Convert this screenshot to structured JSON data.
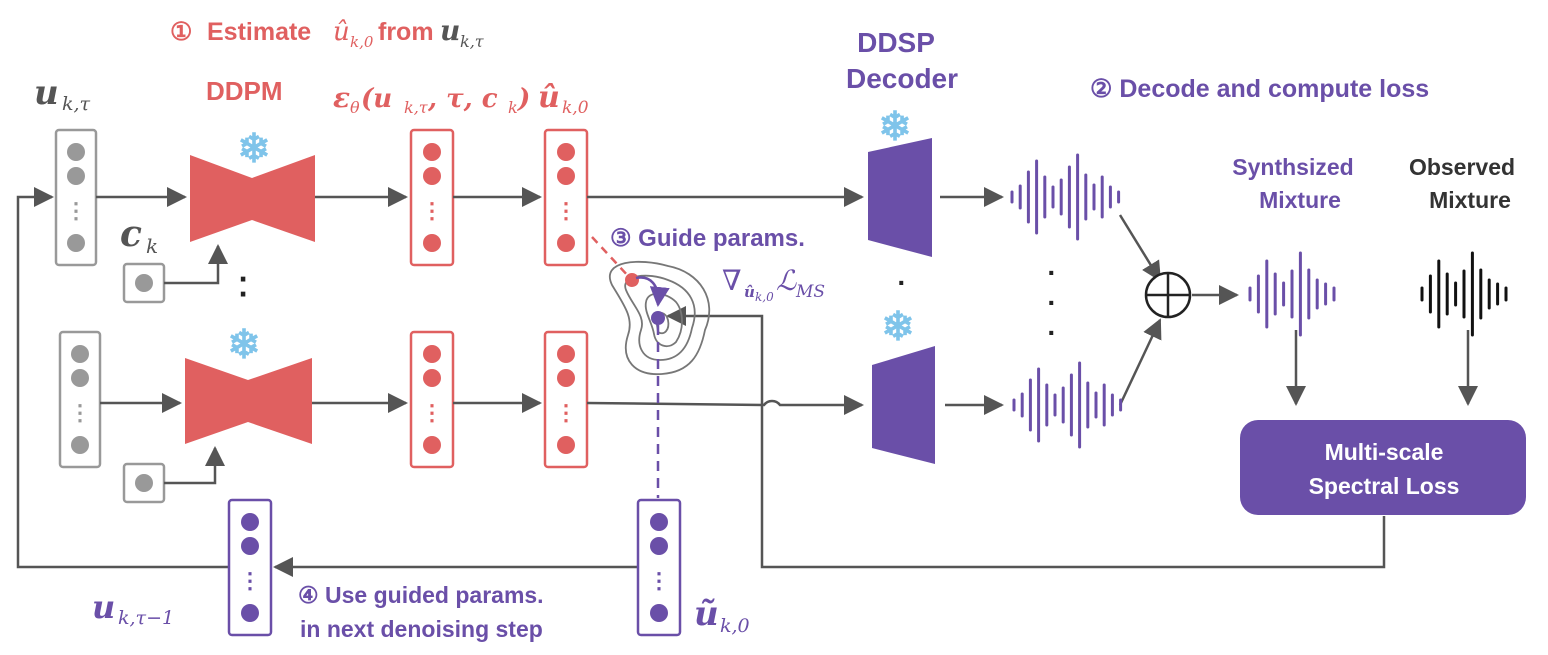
{
  "colors": {
    "red": "#e06060",
    "purple": "#6a4fa8",
    "gray": "#555555",
    "dark": "#2a2a2a",
    "ice": "#7fc4ea"
  },
  "labels": {
    "step1_num": "①",
    "step1_text": "Estimate",
    "step1_hat": "û",
    "step1_sub_hat": "k,0",
    "step1_from": "from",
    "step1_u": "u",
    "step1_sub_u": "k,τ",
    "u_k_tau": "u",
    "u_k_tau_sub": "k,τ",
    "ddpm": "DDPM",
    "eps_symbol": "ε",
    "eps_sub": "θ",
    "eps_args": "(u",
    "eps_args_sub": "k,τ",
    "eps_args_rest": ", τ, c",
    "eps_args_rest_sub": "k",
    "eps_close": ")",
    "u_hat": "û",
    "u_hat_sub": "k,0",
    "c_k": "c",
    "c_k_sub": "k",
    "ddsp_line1": "DDSP",
    "ddsp_line2": "Decoder",
    "step2": "② Decode and compute loss",
    "synth_line1": "Synthsized",
    "synth_line2": "Mixture",
    "obs_line1": "Observed",
    "obs_line2": "Mixture",
    "step3": "③ Guide params.",
    "grad_nabla": "∇",
    "grad_sub": "û",
    "grad_sub2": "k,0",
    "grad_L": "ℒ",
    "grad_L_sub": "MS",
    "loss_line1": "Multi-scale",
    "loss_line2": "Spectral Loss",
    "step4_line1": "④ Use guided params.",
    "step4_line2": "in next denoising step",
    "u_prev": "u",
    "u_prev_sub": "k,τ−1",
    "u_tilde": "ũ",
    "u_tilde_sub": "k,0",
    "snowflake": "❄",
    "dots_v": "⋮",
    "dots_h": "·"
  }
}
